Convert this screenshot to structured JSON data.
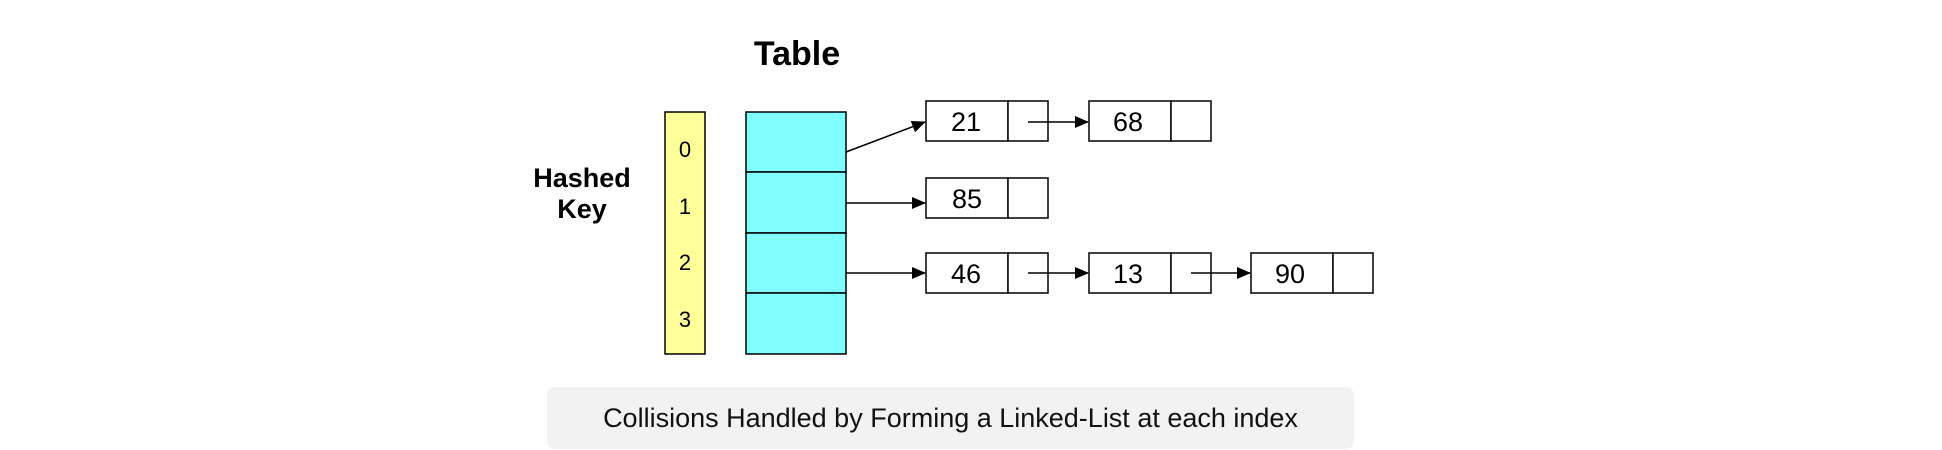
{
  "title": "Table",
  "hashed_key_label": {
    "line1": "Hashed",
    "line2": "Key"
  },
  "index_column": {
    "indices": [
      "0",
      "1",
      "2",
      "3"
    ],
    "color": "#ffff99"
  },
  "table": {
    "color": "#80ffff"
  },
  "chains": [
    {
      "index": "0",
      "nodes": [
        "21",
        "68"
      ]
    },
    {
      "index": "1",
      "nodes": [
        "85"
      ]
    },
    {
      "index": "2",
      "nodes": [
        "46",
        "13",
        "90"
      ]
    },
    {
      "index": "3",
      "nodes": []
    }
  ],
  "caption": {
    "text": "Collisions Handled by Forming a Linked-List at each index",
    "background": "#f2f2f2"
  }
}
